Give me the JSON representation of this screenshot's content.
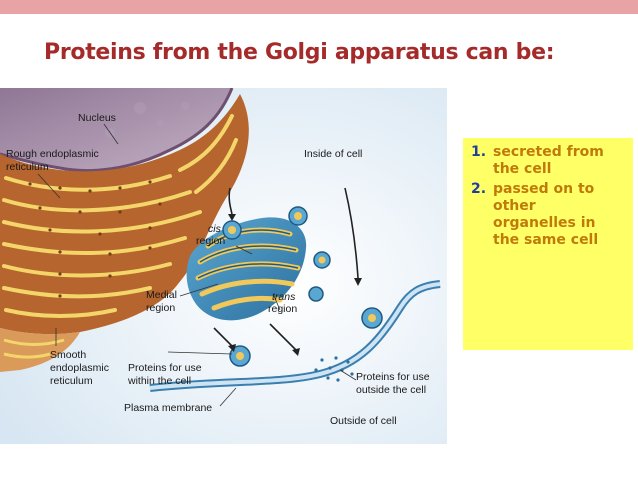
{
  "title": "Proteins from the Golgi apparatus can be:",
  "list": [
    {
      "num": "1.",
      "text": "secreted from the cell"
    },
    {
      "num": "2.",
      "text": "passed on to other organelles in the same cell"
    }
  ],
  "figure": {
    "nucleus": "Nucleus",
    "rough_er": [
      "Rough endoplasmic",
      "reticulum"
    ],
    "inside_cell": "Inside of cell",
    "cis_region": [
      "cis",
      "region"
    ],
    "medial_region": [
      "Medial",
      "region"
    ],
    "trans_region": [
      "trans",
      "region"
    ],
    "smooth_er": [
      "Smooth",
      "endoplasmic",
      "reticulum"
    ],
    "proteins_within": [
      "Proteins for use",
      "within the cell"
    ],
    "proteins_outside": [
      "Proteins for use",
      "outside the cell"
    ],
    "plasma_membrane": "Plasma membrane",
    "outside_cell": "Outside of cell"
  },
  "colors": {
    "title": "#a52a2a",
    "list_number": "#1f3ea1",
    "list_text": "#c07a0c",
    "callout_bg": "#ffff66",
    "top_bar": "#e8a3a5"
  }
}
